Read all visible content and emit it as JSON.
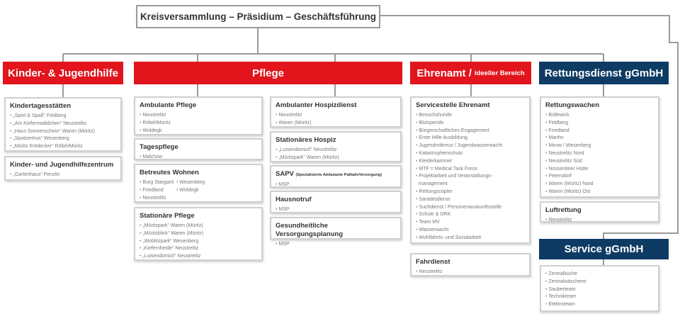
{
  "top": {
    "title": "Kreisversammlung – Präsidium – Geschäftsführung"
  },
  "headers": {
    "kinder": "Kinder- & Jugendhilfe",
    "pflege": "Pflege",
    "ehrenamt_main": "Ehrenamt /",
    "ehrenamt_sub": "ideeller Bereich",
    "rettung": "Rettungsdienst gGmbH",
    "service": "Service gGmbH"
  },
  "colors": {
    "red": "#e2141c",
    "navy": "#0e3b63",
    "border": "#cfcfcf",
    "line": "#9a9a9a"
  },
  "kinder": {
    "kita": {
      "title": "Kindertagesstätten",
      "items": [
        "„Spiel & Spaß“ Feldberg",
        "„Am Kiefernwäldchen“ Neustrelitz",
        "„Haus Sonnenschein“ Waren (Müritz)",
        "„Spatzenhus“ Wesenberg",
        "„Müritz Entdecker“ Röbel/Müritz"
      ]
    },
    "kjz": {
      "title": "Kinder- und Jugendhilfezentrum",
      "items": [
        "„Gartenhaus“ Penzlin"
      ]
    }
  },
  "pflege": {
    "ambulant": {
      "title": "Ambulante Pflege",
      "items": [
        "Neustrelitz",
        "Röbel/Müritz",
        "Woldegk"
      ]
    },
    "tages": {
      "title": "Tagespflege",
      "items": [
        "Malchow"
      ]
    },
    "betreut": {
      "title": "Betreutes Wohnen",
      "col1": [
        "Burg Stargard",
        "Friedland",
        "Neustrelitz"
      ],
      "col2": [
        "Wesenberg",
        "Woldegk"
      ]
    },
    "stationaer": {
      "title": "Stationäre Pflege",
      "items": [
        "„Müritzpark“ Waren (Müritz)",
        "„Müritzblick“ Waren (Müritz)",
        "„Woblitzpark“ Wesenberg",
        "„Kiefernheide“ Neustrelitz",
        "„Luisendomizil“ Neustrelitz"
      ]
    },
    "hospizdienst": {
      "title": "Ambulanter Hospizdienst",
      "items": [
        "Neustrelitz",
        "Waren (Müritz)"
      ]
    },
    "hospiz": {
      "title": "Stationäres Hospiz",
      "items": [
        "„Luisendomizil“ Neustrelitz",
        "„Müritzpark“ Waren (Müritz)"
      ]
    },
    "sapv": {
      "title": "SAPV",
      "subtitle": "(Spezialisierte Ambulante PalliativVersorgung)",
      "items": [
        "MSP"
      ]
    },
    "notruf": {
      "title": "Hausnotruf",
      "items": [
        "MSP"
      ]
    },
    "gvp": {
      "title": "Gesundheitliche Versorgungsplanung",
      "items": [
        "MSP"
      ]
    }
  },
  "ehrenamt": {
    "service": {
      "title": "Servicestelle Ehrenamt",
      "items": [
        "Besuchshunde",
        "Blutspende",
        "Bürgerschaftliches Engagement",
        "Erste Hilfe Ausbildung",
        "Jugendrotkreuz / Jugendwasserwacht",
        "Katastrophenschutz",
        "Kleiderkammer",
        "MTF = Medical Task Force",
        "Projektarbeit und Veranstaltungs-",
        "management",
        "Rettungscopter",
        "Sanitätsdienst",
        "Suchdienst / Personenauskunftsstelle",
        "Schule & DRK",
        "Team MV",
        "Wasserwacht",
        "Wohlfahrts- und Sozialarbeit"
      ]
    },
    "fahrdienst": {
      "title": "Fahrdienst",
      "items": [
        "Neustrelitz"
      ]
    }
  },
  "rettung": {
    "wachen": {
      "title": "Rettungswachen",
      "items": [
        "Bollewick",
        "Feldberg",
        "Friedland",
        "Marihn",
        "Mirow / Wesenberg",
        "Neustrelitz Nord",
        "Neustrelitz Süd",
        "Nossentiner Hütte",
        "Petersdorf",
        "Waren (Müritz) Nord",
        "Waren (Müritz) Ost"
      ]
    },
    "luft": {
      "title": "Luftrettung",
      "items": [
        "Neustrelitz"
      ]
    }
  },
  "service": {
    "items": [
      "Zentralküche",
      "Zentralwäscherei",
      "Sauberteam",
      "Technikteam",
      "Elektroteam"
    ]
  }
}
